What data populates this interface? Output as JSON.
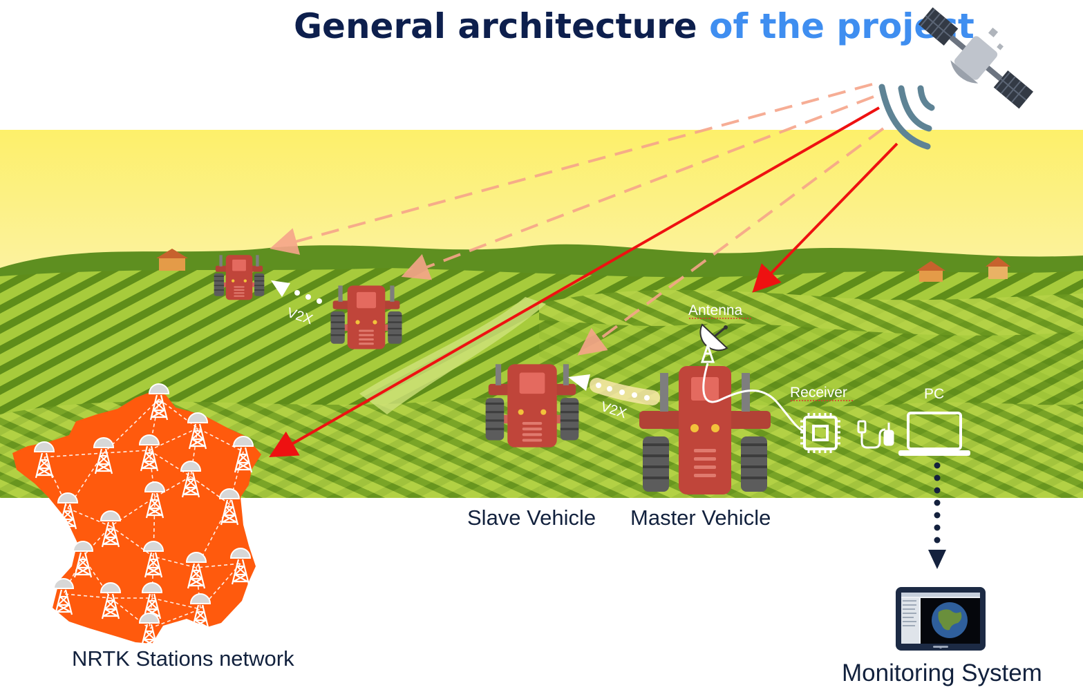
{
  "title": {
    "part1": "General architecture",
    "part2": "of the project"
  },
  "labels": {
    "antenna": "Antenna",
    "receiver": "Receiver",
    "pc": "PC",
    "v2x_left": "V2X",
    "v2x_right": "V2X",
    "slave_vehicle": "Slave Vehicle",
    "master_vehicle": "Master Vehicle",
    "nrtk_network": "NRTK Stations network",
    "monitoring_system": "Monitoring System"
  },
  "icons": [
    "satellite-icon",
    "signal-waves-icon",
    "tractor-icon",
    "antenna-dish-icon",
    "chip-icon",
    "usb-cable-icon",
    "laptop-icon",
    "tablet-icon",
    "tower-icon",
    "france-map-icon"
  ],
  "colors": {
    "title_dark": "#0d1f4d",
    "title_blue": "#3f8ef0",
    "signal_red": "#ee1111",
    "signal_faded": "#f4a77a",
    "france_orange": "#ff5a0d",
    "tractor_red": "#c0453a"
  }
}
